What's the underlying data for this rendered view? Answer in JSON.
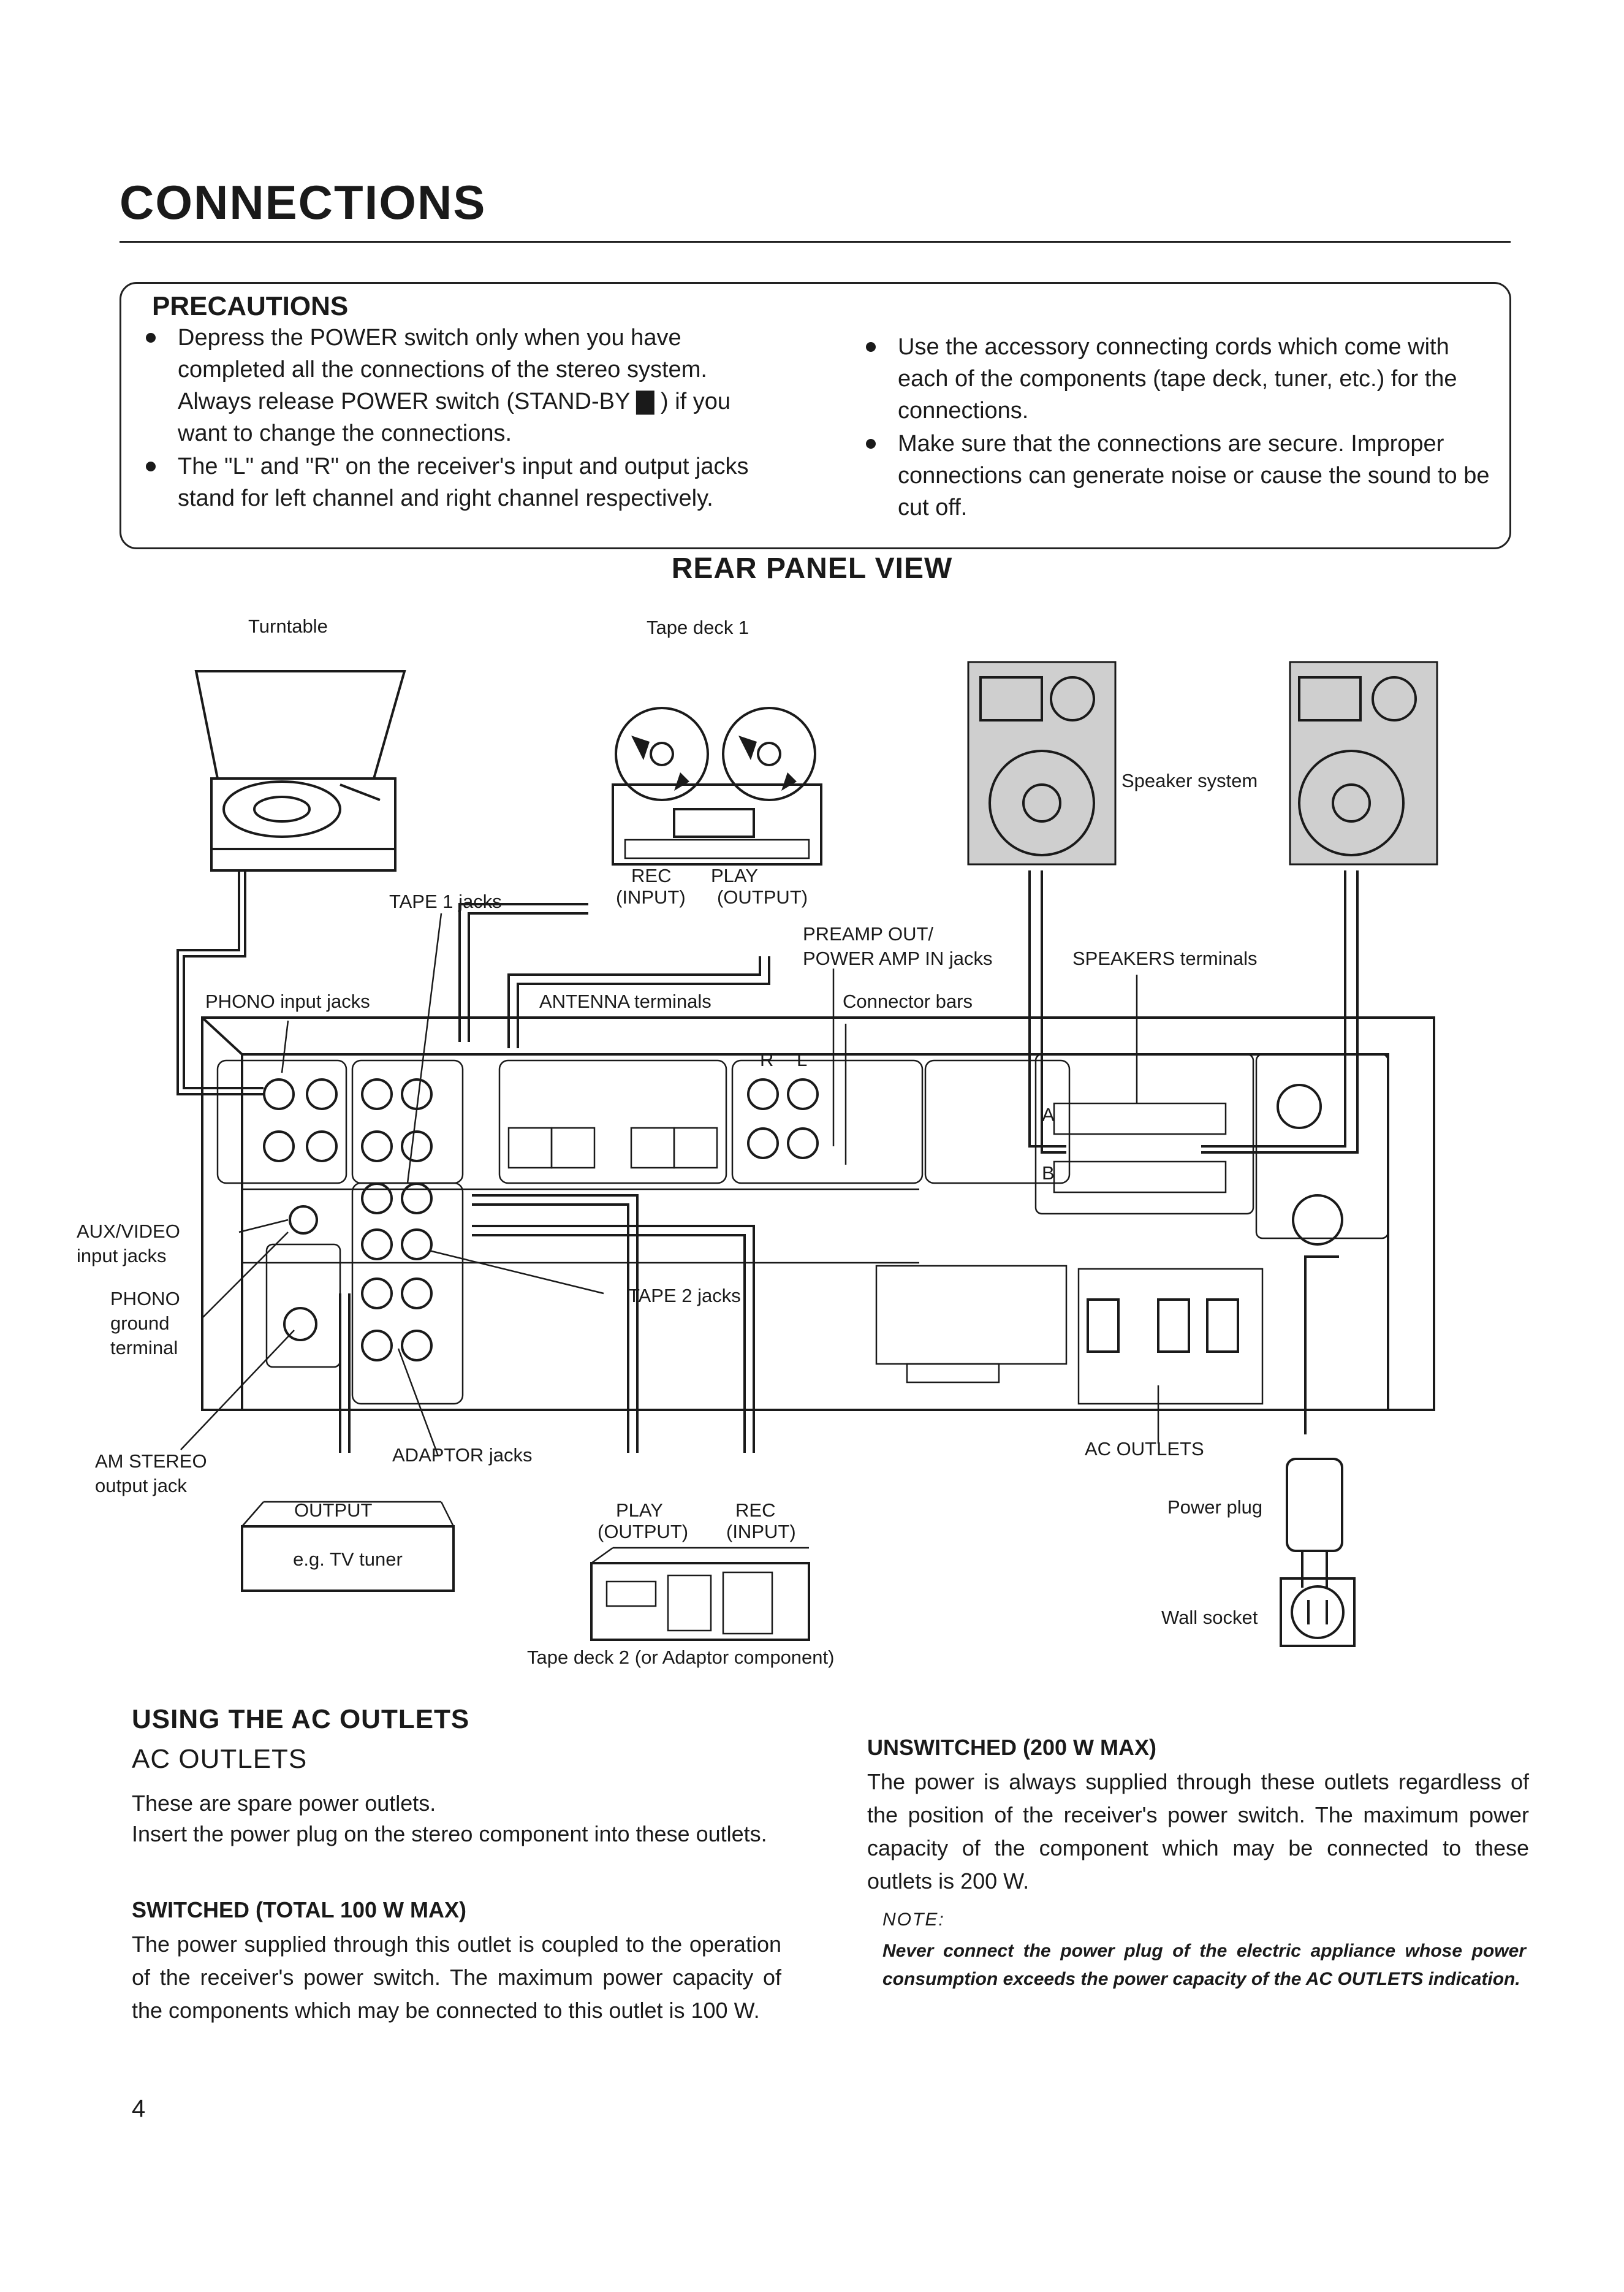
{
  "page": {
    "title": "CONNECTIONS",
    "number": "4"
  },
  "precautions": {
    "heading": "PRECAUTIONS",
    "left": [
      "Depress the POWER switch only when you have completed all the connections of the stereo system. Always release POWER switch (STAND-BY ▇ ) if you want to change the connections.",
      "The \"L\" and \"R\" on the receiver's input and output jacks stand for left channel and right channel respectively."
    ],
    "right": [
      "Use the accessory connecting cords which come with each of the components (tape deck, tuner, etc.) for the connections.",
      "Make sure that the connections are secure. Improper connections can generate noise or cause the sound to be cut off."
    ]
  },
  "diagram": {
    "heading": "REAR PANEL VIEW",
    "labels": {
      "turntable": "Turntable",
      "tape_deck_1": "Tape deck 1",
      "speaker_system": "Speaker system",
      "rec": "REC",
      "play": "PLAY",
      "input": "(INPUT)",
      "output": "(OUTPUT)",
      "tape1_jacks": "TAPE 1 jacks",
      "preamp_out": "PREAMP OUT/",
      "power_amp_in": "POWER AMP IN jacks",
      "speakers_terminals": "SPEAKERS terminals",
      "phono_input_jacks": "PHONO input jacks",
      "antenna_terminals": "ANTENNA terminals",
      "connector_bars": "Connector bars",
      "aux_video": "AUX/VIDEO",
      "input_jacks": "input jacks",
      "phono": "PHONO",
      "ground": "ground",
      "terminal": "terminal",
      "tape2_jacks": "TAPE 2  jacks",
      "am_stereo": "AM STEREO",
      "output_jack": "output jack",
      "adaptor_jacks": "ADAPTOR jacks",
      "output_caps": "OUTPUT",
      "tv_tuner": "e.g. TV tuner",
      "play2": "PLAY",
      "rec2": "REC",
      "output2": "(OUTPUT)",
      "input2": "(INPUT)",
      "tape_deck_2": "Tape deck 2 (or Adaptor component)",
      "ac_outlets_label": "AC OUTLETS",
      "power_plug": "Power plug",
      "wall_socket": "Wall socket",
      "panel_r": "R",
      "panel_l": "L",
      "panel_a": "A",
      "panel_b": "B"
    }
  },
  "ac_section": {
    "heading": "USING THE AC OUTLETS",
    "subheading": "AC OUTLETS",
    "intro1": "These are spare power outlets.",
    "intro2": "Insert the power plug on the stereo component into these outlets.",
    "switched_heading": "SWITCHED (TOTAL 100 W MAX)",
    "switched_text": "The power supplied through this outlet is coupled to the operation of the receiver's power switch. The maximum power capacity of the components which may be connected to this outlet is 100 W.",
    "unswitched_heading": "UNSWITCHED (200 W MAX)",
    "unswitched_text": "The power is always supplied through these outlets regardless of the position of the receiver's power switch. The maximum power capacity of the component which may be connected to these outlets is 200 W.",
    "note_heading": "NOTE:",
    "note_text": "Never connect the power plug of the electric appliance whose power consumption exceeds the power capacity of the AC OUTLETS indication."
  }
}
